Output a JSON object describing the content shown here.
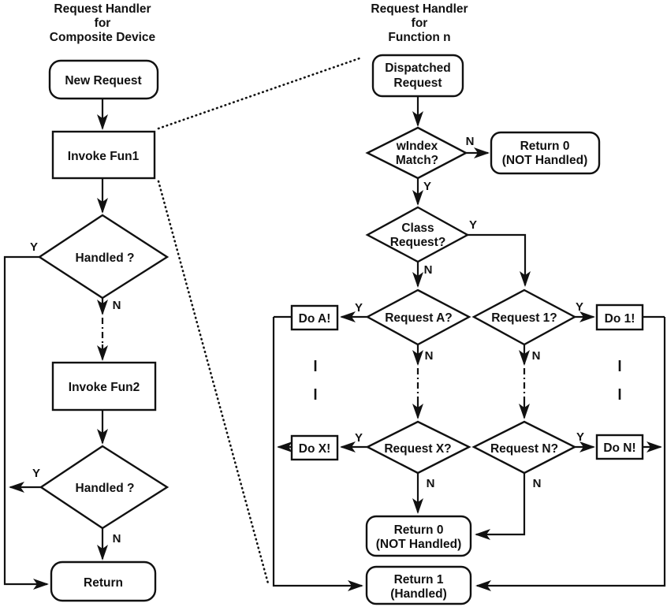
{
  "colors": {
    "stroke": "#111111",
    "background": "#ffffff"
  },
  "left_chart": {
    "title_line1": "Request Handler",
    "title_line2": "for",
    "title_line3": "Composite Device",
    "new_request": "New Request",
    "invoke_fun1": "Invoke Fun1",
    "handled_1": "Handled ?",
    "handled_1_yes": "Y",
    "handled_1_no": "N",
    "invoke_fun2": "Invoke Fun2",
    "handled_2": "Handled ?",
    "handled_2_yes": "Y",
    "handled_2_no": "N",
    "return": "Return"
  },
  "right_chart": {
    "title_line1": "Request Handler",
    "title_line2": "for",
    "title_line3": "Function n",
    "dispatched_line1": "Dispatched",
    "dispatched_line2": "Request",
    "windex_line1": "wIndex",
    "windex_line2": "Match?",
    "windex_no": "N",
    "windex_yes": "Y",
    "return0_top_line1": "Return 0",
    "return0_top_line2": "(NOT Handled)",
    "class_line1": "Class",
    "class_line2": "Request?",
    "class_yes": "Y",
    "class_no": "N",
    "request_a": "Request A?",
    "request_a_yes": "Y",
    "request_a_no": "N",
    "do_a": "Do A!",
    "request_1": "Request 1?",
    "request_1_yes": "Y",
    "request_1_no": "N",
    "do_1": "Do 1!",
    "request_x": "Request X?",
    "request_x_yes": "Y",
    "request_x_no": "N",
    "do_x": "Do X!",
    "request_n": "Request N?",
    "request_n_yes": "Y",
    "request_n_no": "N",
    "do_n": "Do N!",
    "return0_bottom_line1": "Return 0",
    "return0_bottom_line2": "(NOT Handled)",
    "return1_line1": "Return 1",
    "return1_line2": "(Handled)"
  }
}
